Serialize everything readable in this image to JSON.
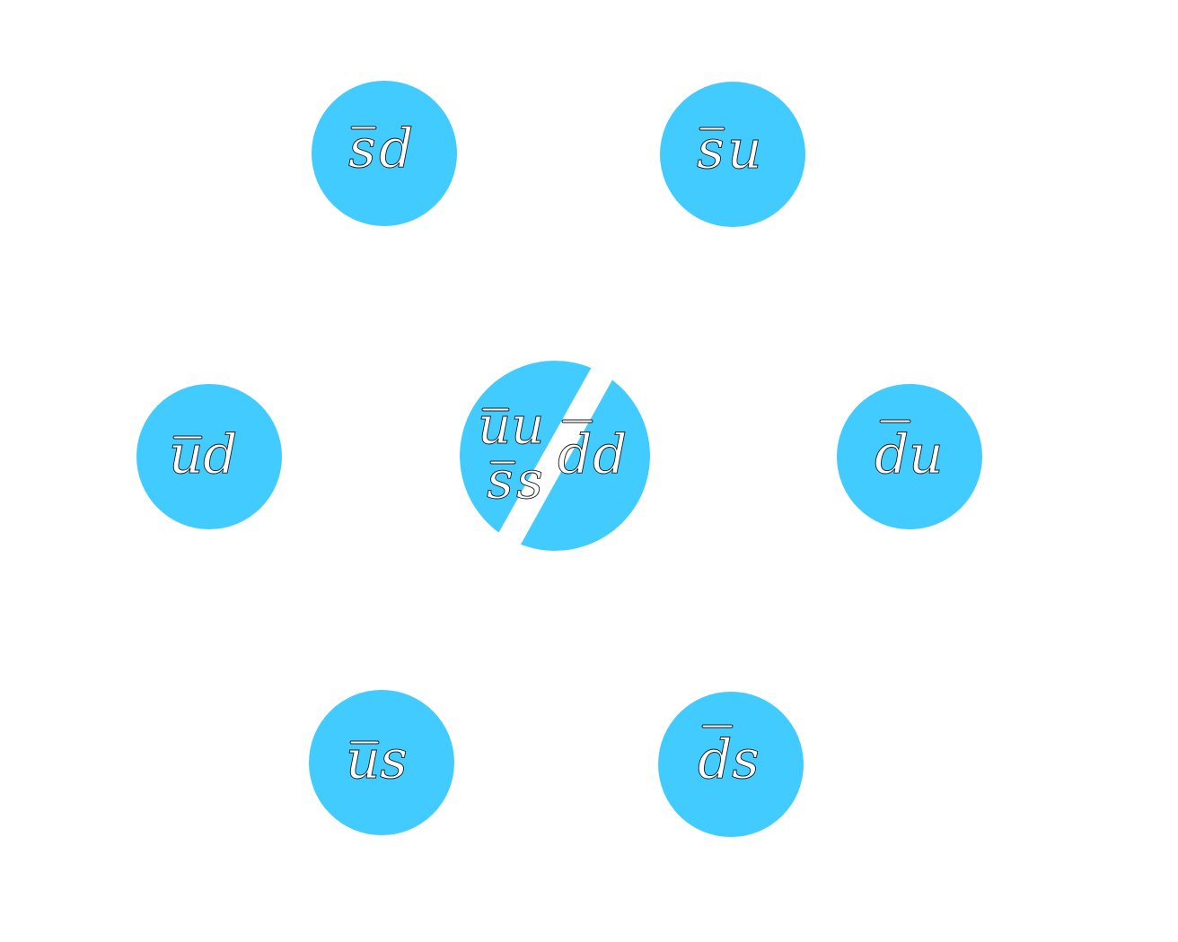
{
  "diagram": {
    "node_color": "#42CBFE",
    "background": "#ffffff",
    "nodes": [
      {
        "id": "sd",
        "bar": "s",
        "rest": "d"
      },
      {
        "id": "su",
        "bar": "s",
        "rest": "u"
      },
      {
        "id": "ud",
        "bar": "u",
        "rest": "d"
      },
      {
        "id": "du",
        "bar": "d",
        "rest": "u"
      },
      {
        "id": "us",
        "bar": "u",
        "rest": "s"
      },
      {
        "id": "ds",
        "bar": "d",
        "rest": "s"
      }
    ],
    "center": {
      "left_top": {
        "bar": "u",
        "rest": "u"
      },
      "left_bottom": {
        "bar": "s",
        "rest": "s"
      },
      "right": {
        "bar": "d",
        "rest": "d"
      }
    }
  }
}
